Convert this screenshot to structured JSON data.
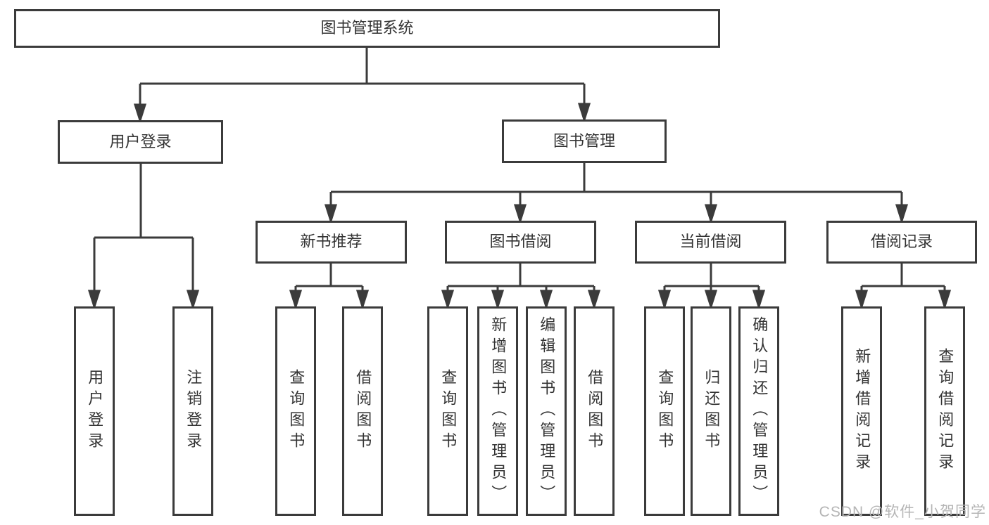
{
  "diagram": {
    "type": "hierarchy-tree",
    "watermark": "CSDN @软件_小贺同学",
    "colors": {
      "line": "#3b3b3b",
      "text": "#333333",
      "box_background": "#ffffff",
      "watermark": "#b5b5b5",
      "background": "#ffffff"
    },
    "nodes": {
      "root": "图书管理系统",
      "level1": [
        "用户登录",
        "图书管理"
      ],
      "level2": [
        "新书推荐",
        "图书借阅",
        "当前借阅",
        "借阅记录"
      ],
      "leaves": {
        "user_login": [
          "用户登录",
          "注销登录"
        ],
        "new_book_recommend": [
          "查询图书",
          "借阅图书"
        ],
        "book_borrow": [
          "查询图书",
          "新增图书（管理员）",
          "编辑图书（管理员）",
          "借阅图书"
        ],
        "current_borrow": [
          "查询图书",
          "归还图书",
          "确认归还（管理员）"
        ],
        "borrow_records": [
          "新增借阅记录",
          "查询借阅记录"
        ]
      }
    }
  }
}
